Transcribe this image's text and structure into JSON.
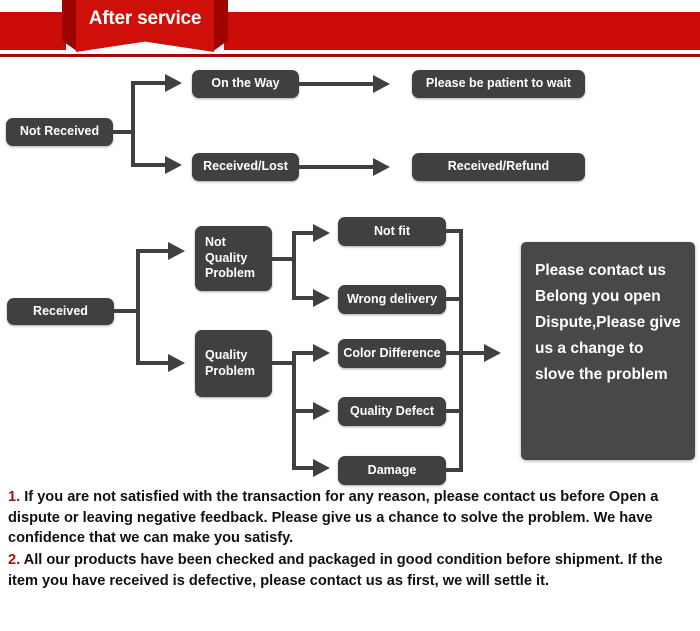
{
  "header": {
    "title": "After service",
    "banner_color": "#cb0b08",
    "fold_color": "#9c0500",
    "rule_color": "#a80705"
  },
  "theme": {
    "node_color": "#404040",
    "panel_color": "#484848",
    "text_color": "#ffffff",
    "note_number_color": "#a41210"
  },
  "flow_top": {
    "root": "Not Received",
    "branches": [
      {
        "status": "On the Way",
        "outcome": "Please be patient to wait"
      },
      {
        "status": "Received/Lost",
        "outcome": "Received/Refund"
      }
    ]
  },
  "flow_bottom": {
    "root": "Received",
    "categories": [
      {
        "label": "Not\nQuality\nProblem",
        "label_line1": "Not",
        "label_line2": "Quality",
        "label_line3": "Problem",
        "reasons": [
          "Not fit",
          "Wrong delivery"
        ]
      },
      {
        "label": "Quality\nProblem",
        "label_line1": "Quality",
        "label_line2": "Problem",
        "reasons": [
          "Color Difference",
          "Quality Defect",
          "Damage"
        ]
      }
    ],
    "outcome": "Please contact us Belong you open Dispute,Please give us a change to slove the problem"
  },
  "notes": [
    {
      "number": "1.",
      "text": " If you are not satisfied with the transaction for any reason, please contact us before Open a dispute or leaving negative feedback. Please give us a chance to solve the problem. We have confidence that we can make you satisfy."
    },
    {
      "number": "2.",
      "text": " All our products have been checked and packaged in good condition before shipment. If the item you have received is defective, please contact us as first, we will settle it."
    }
  ]
}
